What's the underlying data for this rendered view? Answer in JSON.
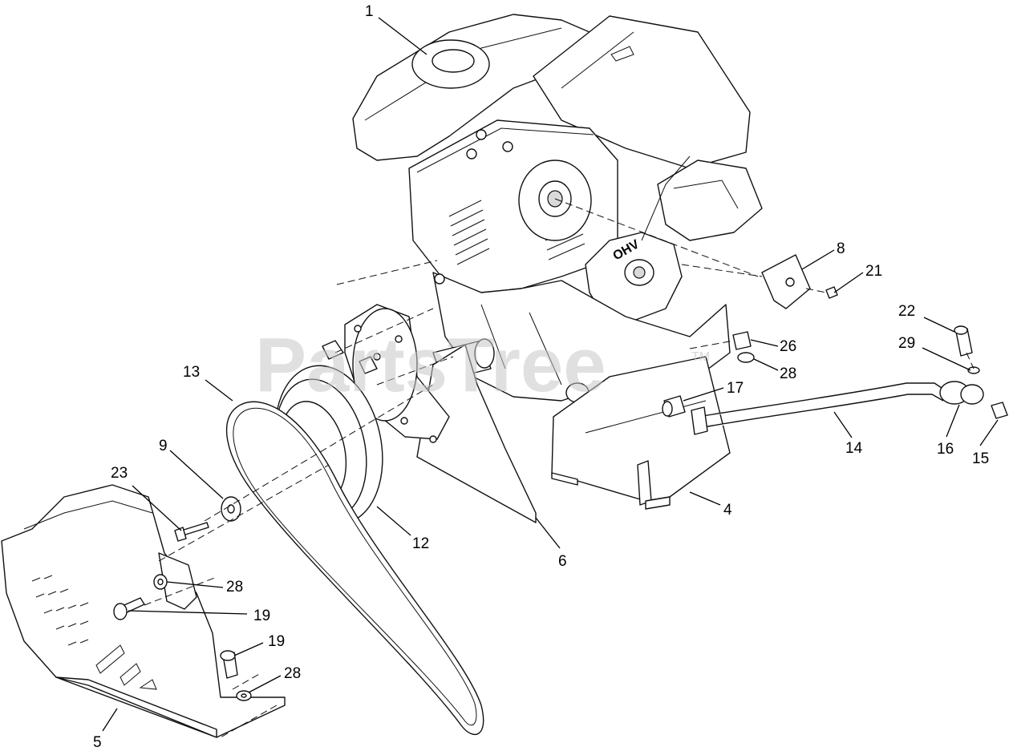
{
  "watermark": {
    "text": "PartsTree",
    "trademark": "TM"
  },
  "callouts": [
    {
      "id": "c1",
      "label": "1"
    },
    {
      "id": "c8",
      "label": "8"
    },
    {
      "id": "c21",
      "label": "21"
    },
    {
      "id": "c22",
      "label": "22"
    },
    {
      "id": "c29",
      "label": "29"
    },
    {
      "id": "c26",
      "label": "26"
    },
    {
      "id": "c28a",
      "label": "28"
    },
    {
      "id": "c17",
      "label": "17"
    },
    {
      "id": "c13",
      "label": "13"
    },
    {
      "id": "c14",
      "label": "14"
    },
    {
      "id": "c16",
      "label": "16"
    },
    {
      "id": "c15",
      "label": "15"
    },
    {
      "id": "c9",
      "label": "9"
    },
    {
      "id": "c23",
      "label": "23"
    },
    {
      "id": "c4",
      "label": "4"
    },
    {
      "id": "c12",
      "label": "12"
    },
    {
      "id": "c6",
      "label": "6"
    },
    {
      "id": "c28b",
      "label": "28"
    },
    {
      "id": "c19a",
      "label": "19"
    },
    {
      "id": "c19b",
      "label": "19"
    },
    {
      "id": "c28c",
      "label": "28"
    },
    {
      "id": "c5",
      "label": "5"
    }
  ],
  "engine_marking": "OHV"
}
